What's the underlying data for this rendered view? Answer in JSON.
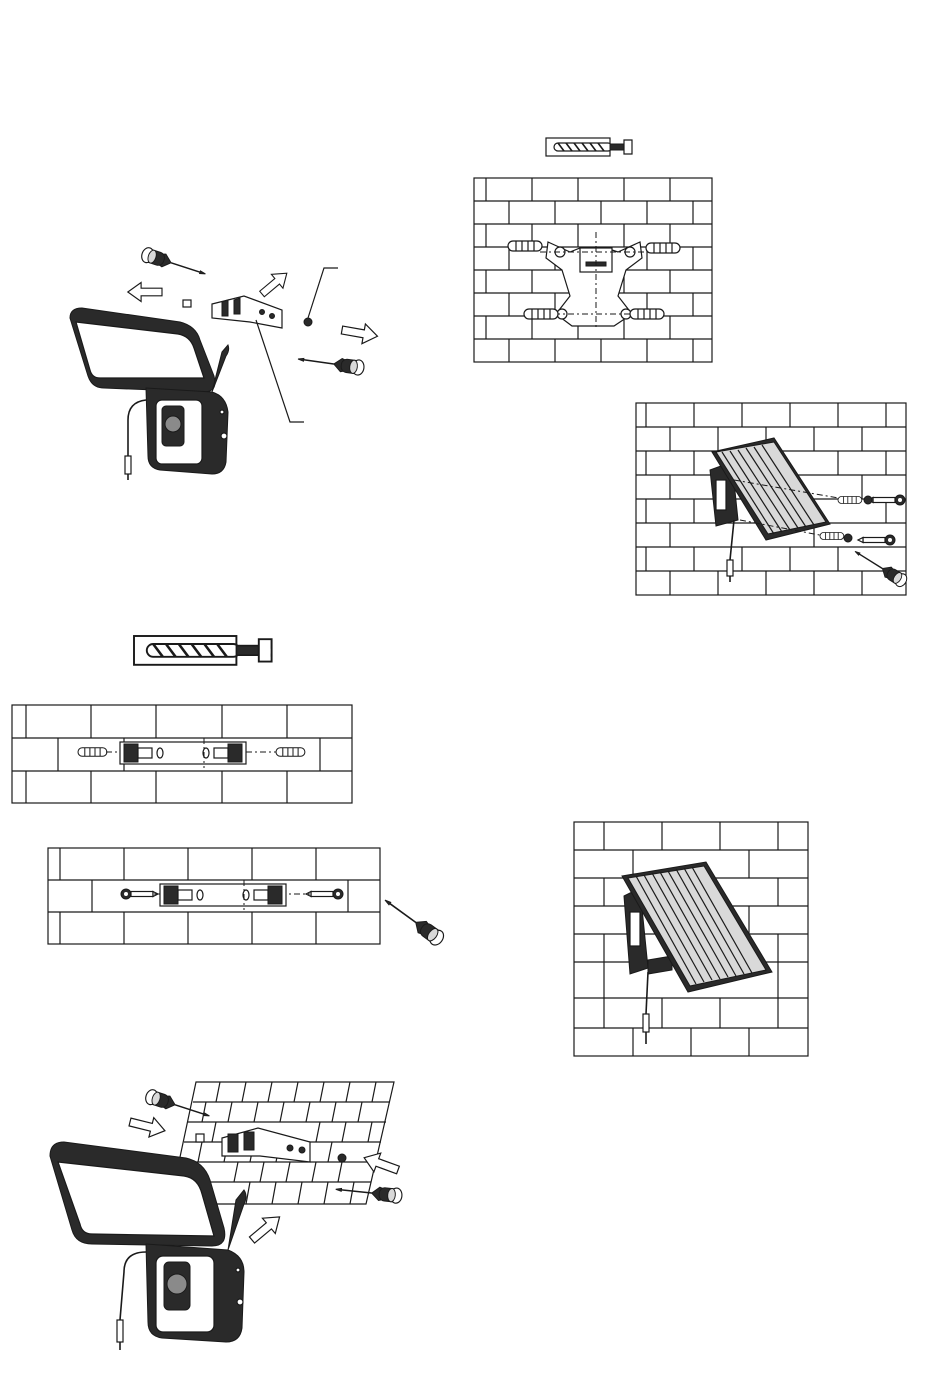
{
  "figure": {
    "panels": [
      "step-remove-bracket",
      "wall-plug-detail-top",
      "solar-bracket-wall-fixing",
      "solar-panel-screw-fixing",
      "wall-plug-detail-left",
      "wall-drill-holes",
      "wall-screw-bracket",
      "solar-panel-mounted",
      "light-attach-to-wall-bracket"
    ],
    "colors": {
      "line": "#1a1a1a",
      "dark_fill": "#2a2a2a",
      "grey_fill": "#8a8a8a",
      "light_fill": "#d9d9d9"
    }
  }
}
